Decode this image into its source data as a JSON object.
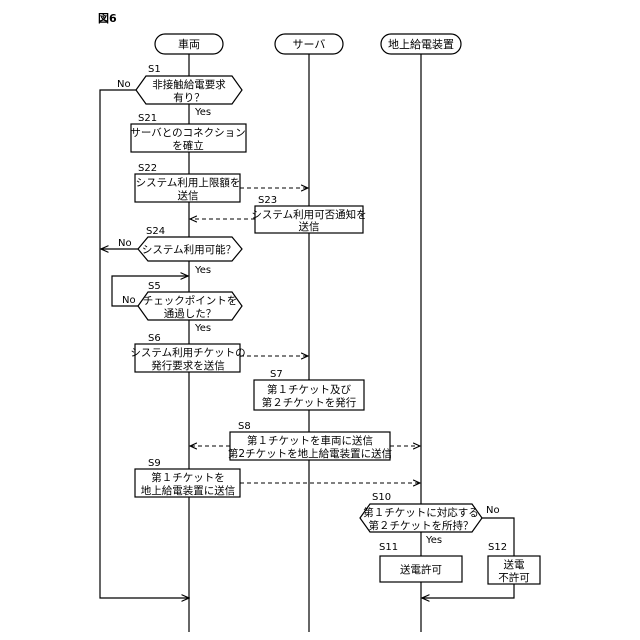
{
  "figure_label": "図6",
  "lanes": {
    "vehicle": "車両",
    "server": "サーバ",
    "ground": "地上給電装置"
  },
  "steps": {
    "s1": {
      "id": "S1",
      "line1": "非接触給電要求",
      "line2": "有り？",
      "yes": "Yes",
      "no": "No"
    },
    "s21": {
      "id": "S21",
      "line1": "サーバとのコネクション",
      "line2": "を確立"
    },
    "s22": {
      "id": "S22",
      "line1": "システム利用上限額を",
      "line2": "送信"
    },
    "s23": {
      "id": "S23",
      "line1": "システム利用可否通知を",
      "line2": "送信"
    },
    "s24": {
      "id": "S24",
      "line1": "システム利用可能？",
      "yes": "Yes",
      "no": "No"
    },
    "s5": {
      "id": "S5",
      "line1": "チェックポイントを",
      "line2": "通過した？",
      "yes": "Yes",
      "no": "No"
    },
    "s6": {
      "id": "S6",
      "line1": "システム利用チケットの",
      "line2": "発行要求を送信"
    },
    "s7": {
      "id": "S7",
      "line1": "第１チケット及び",
      "line2": "第２チケットを発行"
    },
    "s8": {
      "id": "S8",
      "line1": "第１チケットを車両に送信",
      "line2": "第2チケットを地上給電装置に送信"
    },
    "s9": {
      "id": "S9",
      "line1": "第１チケットを",
      "line2": "地上給電装置に送信"
    },
    "s10": {
      "id": "S10",
      "line1": "第１チケットに対応する",
      "line2": "第２チケットを所持？",
      "yes": "Yes",
      "no": "No"
    },
    "s11": {
      "id": "S11",
      "line1": "送電許可"
    },
    "s12": {
      "id": "S12",
      "line1": "送電",
      "line2": "不許可"
    }
  }
}
